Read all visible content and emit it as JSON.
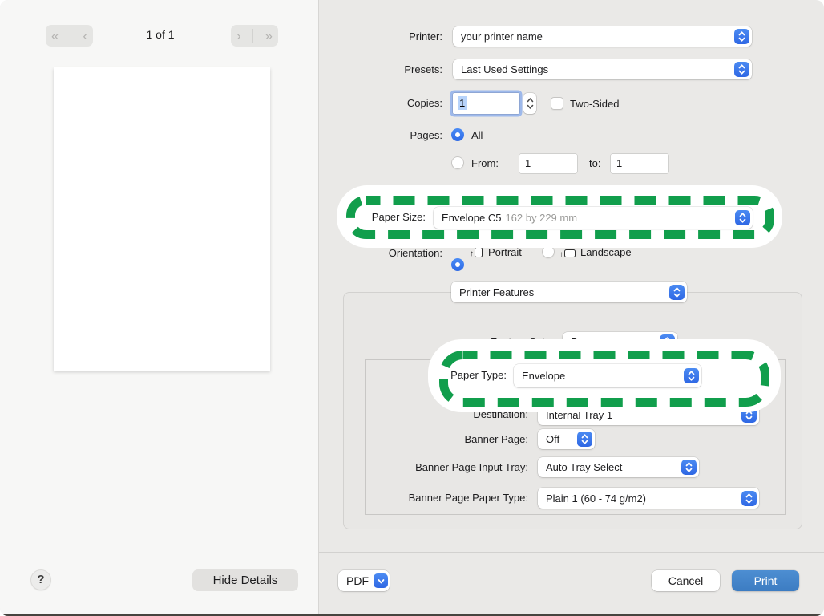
{
  "preview": {
    "page_label": "1 of 1",
    "first_icon": "«",
    "prev_icon": "‹",
    "next_icon": "›",
    "last_icon": "»",
    "help_label": "?",
    "hide_details_label": "Hide Details"
  },
  "form": {
    "printer": {
      "label": "Printer:",
      "value": "your printer name"
    },
    "presets": {
      "label": "Presets:",
      "value": "Last Used Settings"
    },
    "copies": {
      "label": "Copies:",
      "value": "1",
      "two_sided_label": "Two-Sided"
    },
    "pages": {
      "label": "Pages:",
      "all_label": "All",
      "from_label": "From:",
      "from_value": "1",
      "to_label": "to:",
      "to_value": "1"
    },
    "paper_size": {
      "label": "Paper Size:",
      "value": "Envelope C5",
      "value_detail": "162 by 229 mm"
    },
    "orientation": {
      "label": "Orientation:",
      "portrait_label": "Portrait",
      "landscape_label": "Landscape"
    },
    "features_pane": {
      "value": "Printer Features"
    },
    "feature_sets": {
      "label": "Feature Sets:",
      "value": "Paper"
    },
    "paper_type": {
      "label": "Paper Type:",
      "value": "Envelope"
    },
    "destination": {
      "label": "Destination:",
      "value": "Internal Tray 1"
    },
    "banner_page": {
      "label": "Banner Page:",
      "value": "Off"
    },
    "banner_tray": {
      "label": "Banner Page Input Tray:",
      "value": "Auto Tray Select"
    },
    "banner_paper": {
      "label": "Banner Page Paper Type:",
      "value": "Plain 1 (60 - 74 g/m2)"
    }
  },
  "footer": {
    "pdf_label": "PDF",
    "cancel_label": "Cancel",
    "print_label": "Print"
  },
  "colors": {
    "accent_blue": "#3d7bf0",
    "print_button_blue": "#4484ca",
    "highlight_green": "#119e4c",
    "left_pane_bg": "#f7f7f6",
    "right_pane_bg": "#eae9e7"
  }
}
